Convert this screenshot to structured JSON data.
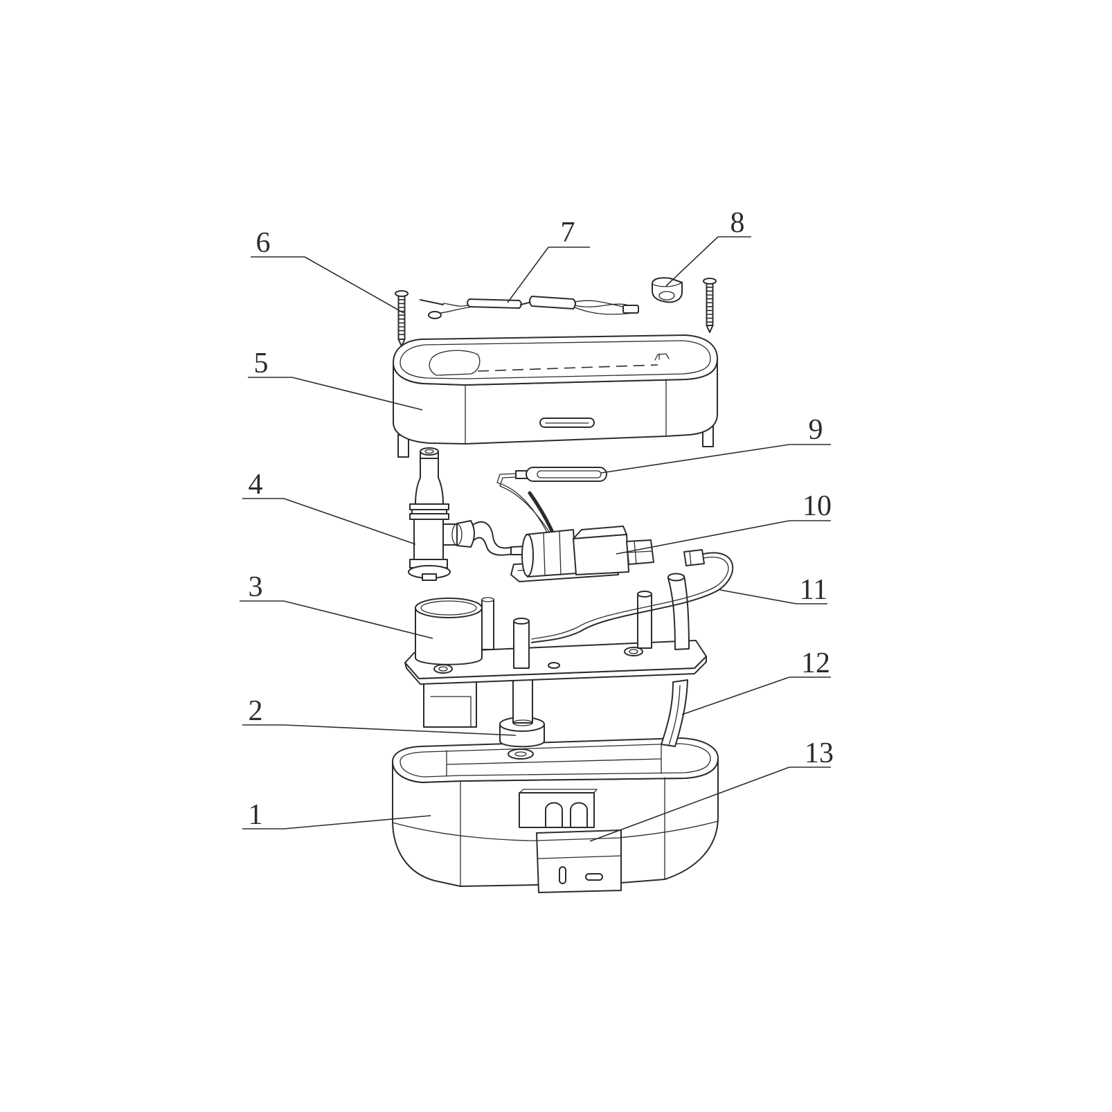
{
  "style": {
    "ink": "#2b2b2b",
    "background": "#ffffff"
  },
  "callouts": {
    "p1": "1",
    "p2": "2",
    "p3": "3",
    "p4": "4",
    "p5": "5",
    "p6": "6",
    "p7": "7",
    "p8": "8",
    "p9": "9",
    "p10": "10",
    "p11": "11",
    "p12": "12",
    "p13": "13"
  }
}
